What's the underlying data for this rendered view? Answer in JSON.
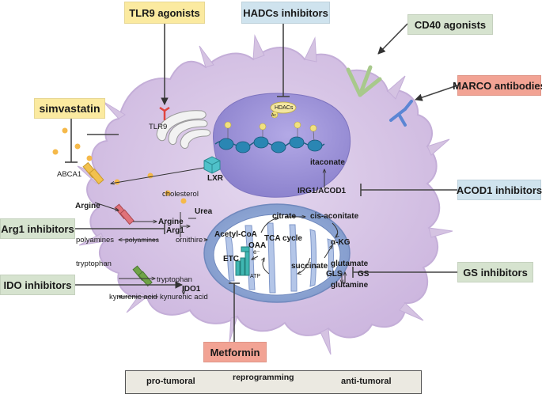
{
  "treatments": {
    "tlr9": "TLR9 agonists",
    "hdac": "HADCs inhibitors",
    "cd40": "CD40 agonists",
    "marco": "MARCO antibodies",
    "simvastatin": "simvastatin",
    "acod1": "ACOD1 inhibitors",
    "arg1": "Arg1 inhibitors",
    "gs": "GS inhibitors",
    "ido": "IDO inhibitors",
    "metformin": "Metformin"
  },
  "cell": {
    "tlr9": "TLR9",
    "hdacs": "HDACs",
    "ac": "Ac",
    "abca1": "ABCA1",
    "lxr": "LXR",
    "cholesterol": "cholesterol",
    "argine_out": "Argine",
    "argine_in": "Argine",
    "urea": "Urea",
    "arg1": "Arg1",
    "polyamines_out": "polyamines",
    "polyamines_in": "polyamines",
    "ornithire": "ornithire",
    "tryptophan_out": "tryptophan",
    "tryptophan_in": "tryptophan",
    "ido1": "IDO1",
    "kynurenic_out": "kynurenic acid",
    "kynurenic_in": "kynurenic acid",
    "itaconate": "itaconate",
    "irg1": "IRG1/ACOD1",
    "citrate": "citrate",
    "cis_aconitate": "cis-aconitate",
    "acetyl_coa": "Acetyl-CoA",
    "tca": "TCA cycle",
    "oaa": "OAA",
    "akg": "α-KG",
    "succinate": "succinate",
    "glutamate": "glutamate",
    "gls": "GLS",
    "gs": "GS",
    "glutamine": "glutamine",
    "etc": "ETC",
    "electron": "e⁻",
    "atp": "ATP"
  },
  "bottom": {
    "left": "pro-tumoral",
    "middle": "reprogramming",
    "right": "anti-tumoral"
  },
  "colors": {
    "cell_fill": "#d9c8e6",
    "cell_edge": "#c4aed8",
    "nucleus": "#9b8fd6",
    "mito_outer": "#8fa6d6",
    "mito_inner": "#ffffff",
    "dna": "#2a86b3",
    "yellow_box": "#fbeaa0",
    "blue_box": "#cfe3ee",
    "green_box": "#d6e3cf",
    "red_box": "#f2a394"
  }
}
